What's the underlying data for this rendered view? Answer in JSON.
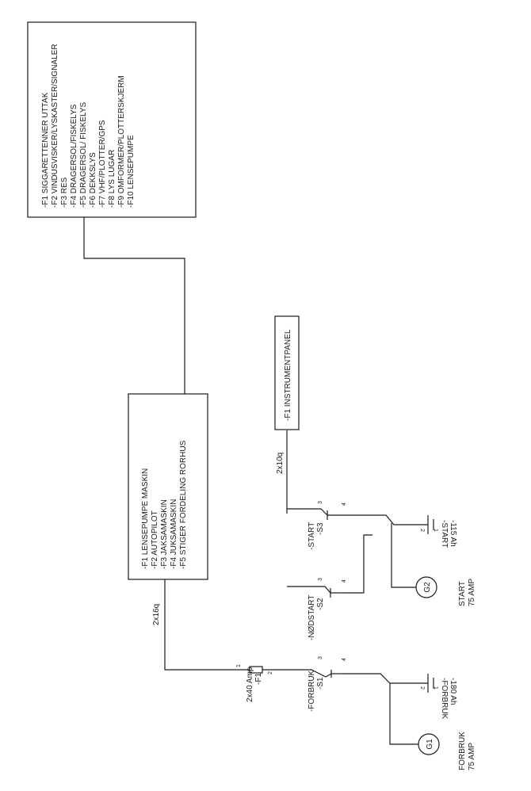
{
  "panels": {
    "main": {
      "items": [
        "-F1  SIGGARETTENNER UTTAK",
        "-F2  VINDUSVISKER/LYSKASTER/SIGNALER",
        "-F3  RES",
        "-F4  DRAGERSOL/FISKELYS",
        "-F5  DRAGERSOL/ FISKELYS",
        "-F6  DEKKSLYS",
        "-F7  VHF/PLOTTER/GPS",
        "-F8  LYS LUGAR",
        "-F9  OMFORMER/PLOTTERSKJERM",
        "-F10 LENSEPUMPE"
      ]
    },
    "distribution": {
      "items": [
        "-F1 LENSEPUMPE MASKIN",
        "-F2 AUTOPILOT",
        "-F3 JAKSAMASKIN",
        "-F4 JUKSAMASKIN",
        "-F5 STIGER FORDELING RORHUS"
      ]
    },
    "instrument": {
      "label": "-F1 INSTRUMENTPANEL"
    }
  },
  "cables": {
    "distribution": "2x16q",
    "instrument": "2x10q"
  },
  "fuse": {
    "rating": "2x40 Amp",
    "tag": "-F1",
    "pin1": "1",
    "pin2": "2"
  },
  "switches": {
    "s1": {
      "name": "-FORBRUK",
      "tag": "-S1",
      "pin_a": "3",
      "pin_b": "4"
    },
    "s2": {
      "name": "-NØDSTART",
      "tag": "-S2",
      "pin_a": "3",
      "pin_b": "4"
    },
    "s3": {
      "name": "-START",
      "tag": "-S3",
      "pin_a": "3",
      "pin_b": "4"
    }
  },
  "batteries": {
    "b1": {
      "name": "-FORBRUK",
      "capacity": "-180 Ah",
      "pin_top": "1",
      "pin_bottom": "2"
    },
    "b2": {
      "name": "-START",
      "capacity": "-115 Ah",
      "pin_top": "1",
      "pin_bottom": "2"
    }
  },
  "generators": {
    "g1": {
      "symbol": "G1",
      "name": "FORBRUK",
      "rating": "75 AMP"
    },
    "g2": {
      "symbol": "G2",
      "name": "START",
      "rating": "75 AMP"
    }
  }
}
